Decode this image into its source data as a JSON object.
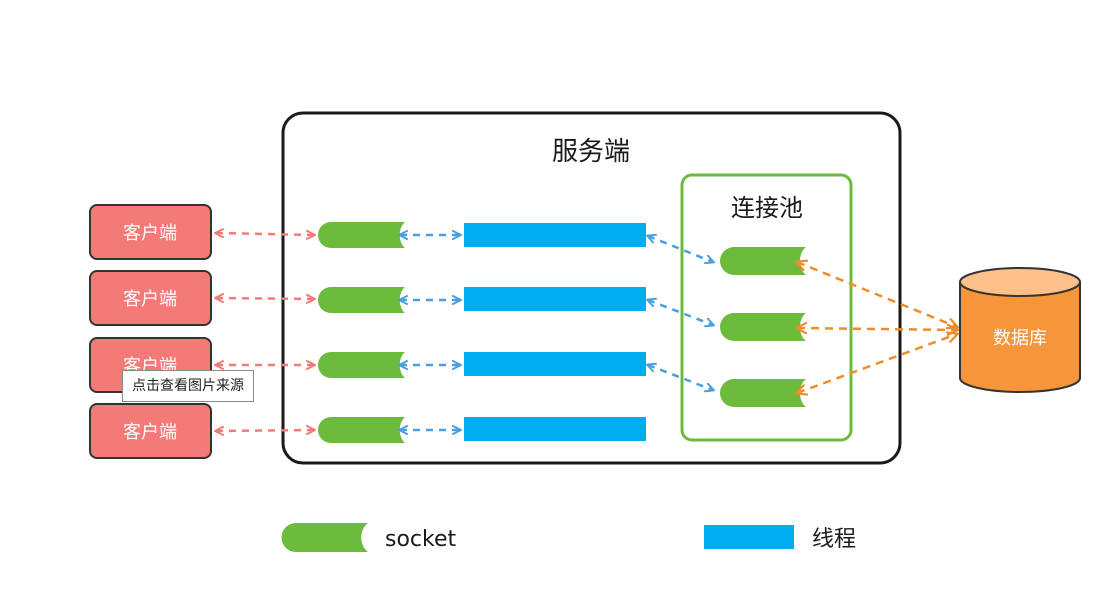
{
  "server": {
    "title": "服务端"
  },
  "pool": {
    "title": "连接池"
  },
  "clients": [
    {
      "label": "客户端"
    },
    {
      "label": "客户端"
    },
    {
      "label": "客户端"
    },
    {
      "label": "客户端"
    }
  ],
  "database": {
    "label": "数据库"
  },
  "legend": {
    "socket_label": "socket",
    "thread_label": "线程"
  },
  "tooltip": {
    "text": "点击查看图片来源"
  },
  "colors": {
    "client": "#f47a78",
    "socket": "#6cbb3c",
    "thread": "#00aeef",
    "pool_border": "#6cbb3c",
    "database": "#f7953a",
    "arrow_client": "#f47a78",
    "arrow_thread": "#4a9fe0",
    "arrow_db": "#f08c2a"
  }
}
